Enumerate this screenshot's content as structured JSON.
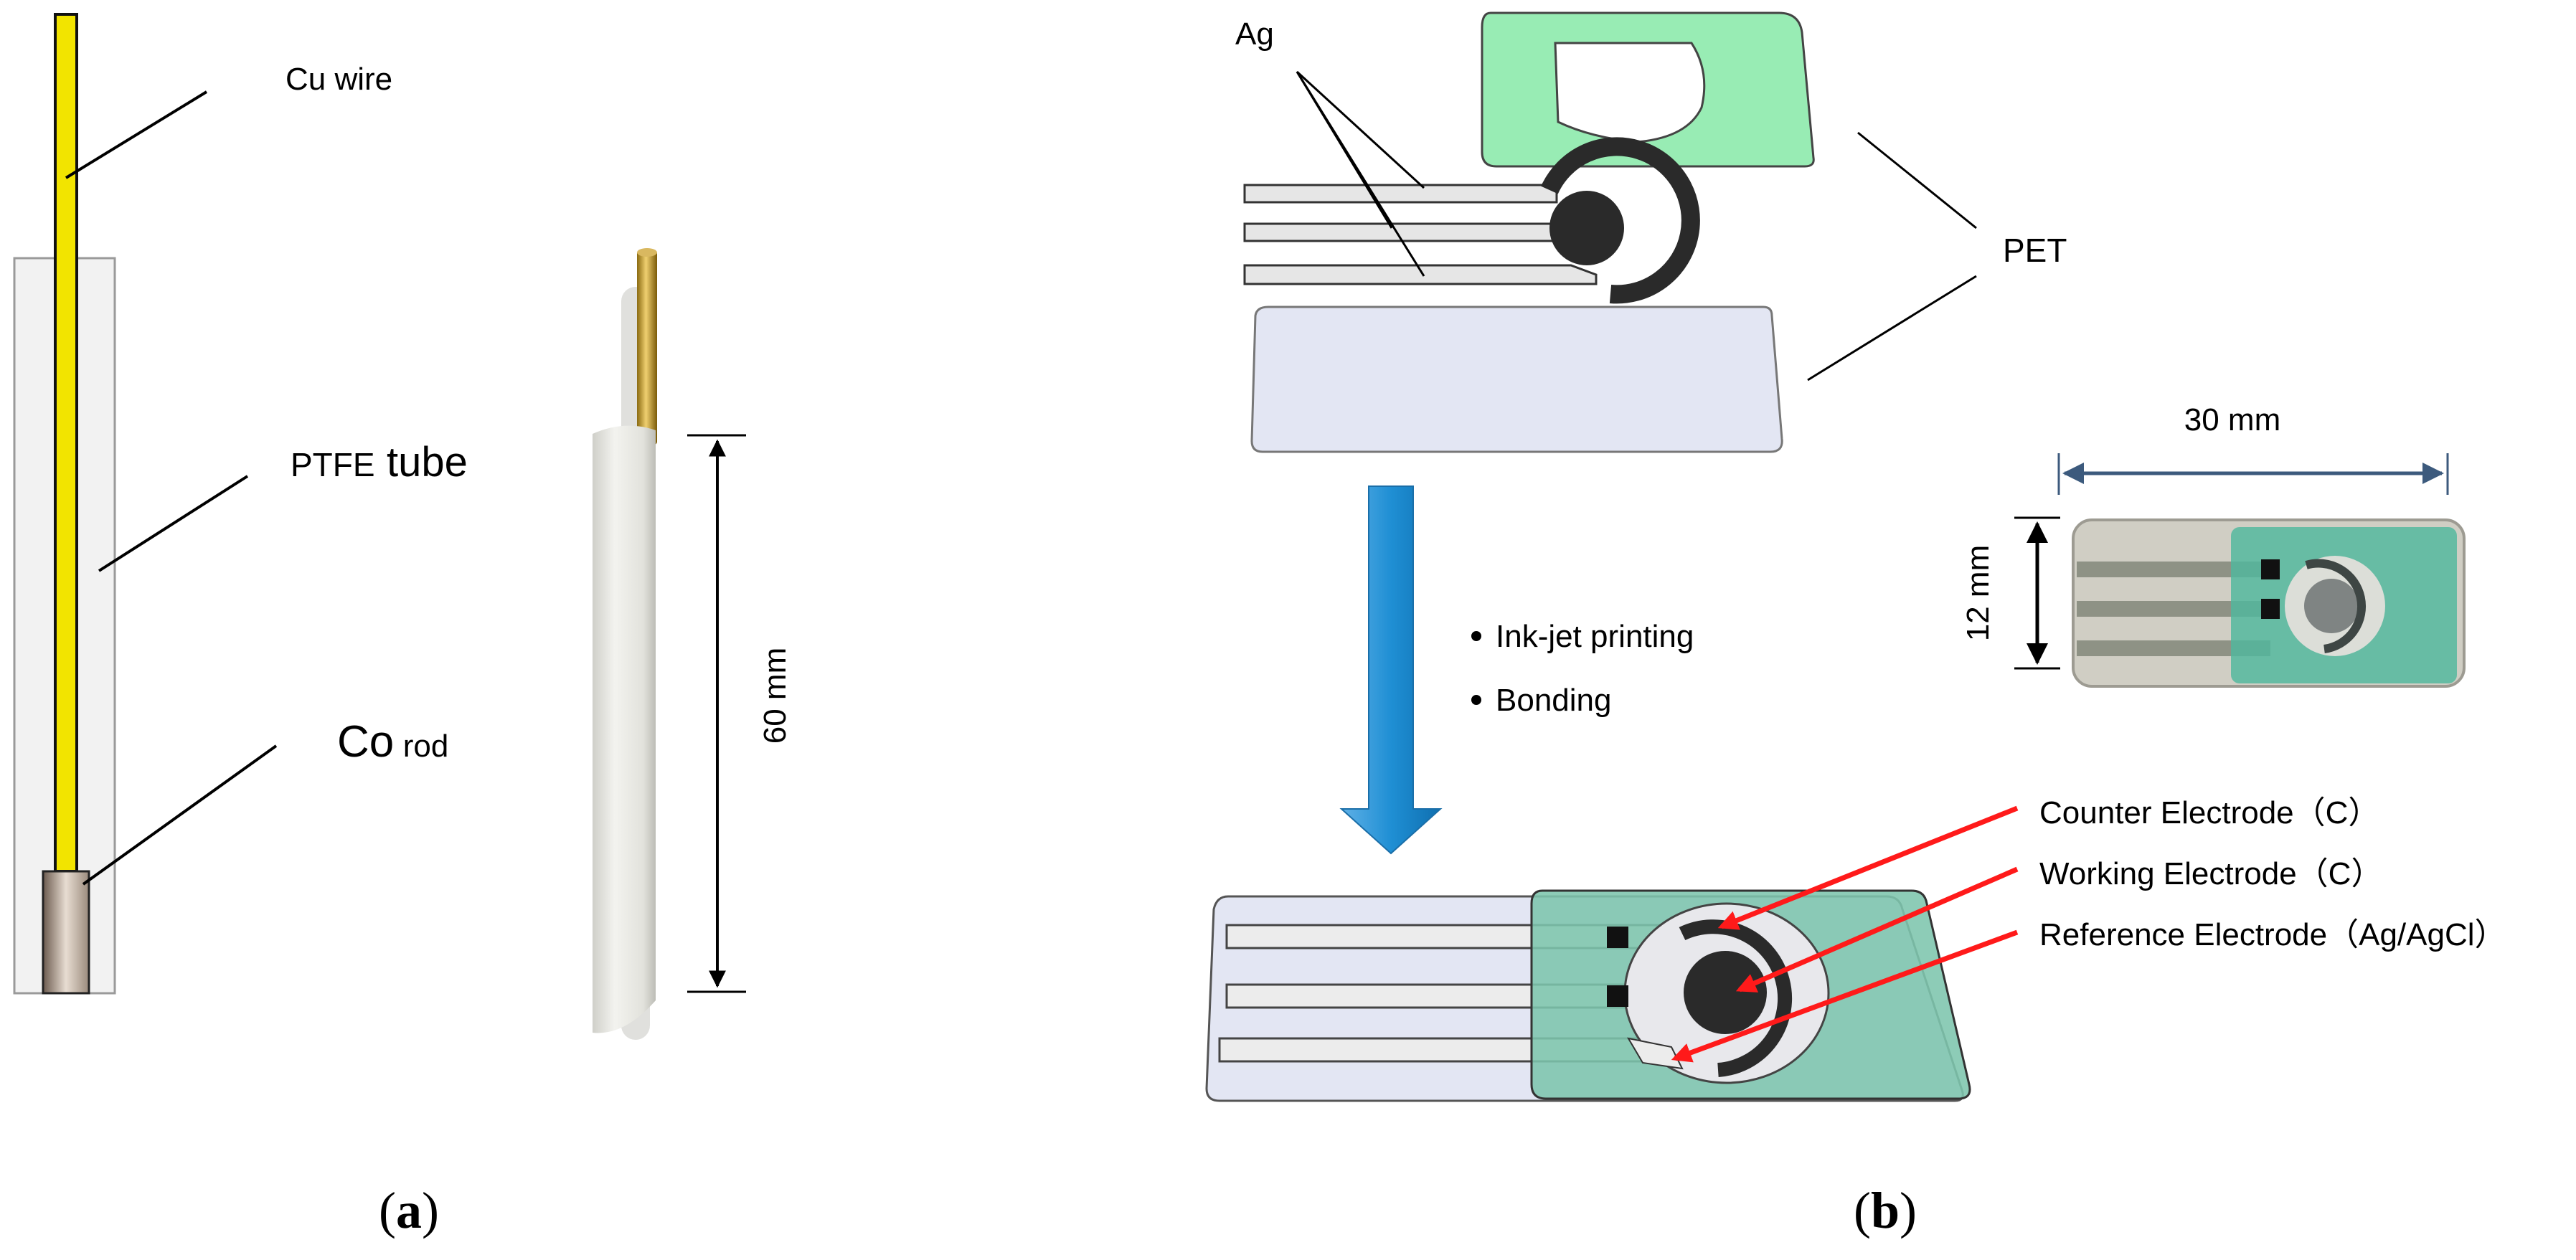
{
  "panel_a": {
    "labels": {
      "cu_wire": "Cu wire",
      "ptfe_prefix": "PTFE",
      "ptfe_suffix": "tube",
      "co_prefix": "Co",
      "co_suffix": "rod"
    },
    "dimension": "60 mm",
    "caption": {
      "open": "(",
      "letter": "a",
      "close": ")"
    }
  },
  "panel_b": {
    "ag_label": "Ag",
    "pet_label": "PET",
    "process_steps": [
      "Ink-jet printing",
      "Bonding"
    ],
    "width_dimension": "30 mm",
    "height_dimension": "12 mm",
    "electrodes": [
      "Counter Electrode（C）",
      "Working Electrode（C）",
      "Reference Electrode（Ag/AgCl）"
    ],
    "caption": {
      "open": "(",
      "letter": "b",
      "close": ")"
    }
  },
  "colors": {
    "cu_wire": "#f2e400",
    "ptfe_tube": "#f2f2f2",
    "pet_cover": "#98ecb4",
    "pet_base": "#e3e6f3",
    "carbon": "#2a2a2a",
    "silver_track": "#e6e6e6",
    "process_arrow": "#1f8fd4",
    "pointer_arrow": "#ff1a1a",
    "dimension_arrow": "#3c5a7d",
    "bonded_cover": "#7dc5ad"
  }
}
